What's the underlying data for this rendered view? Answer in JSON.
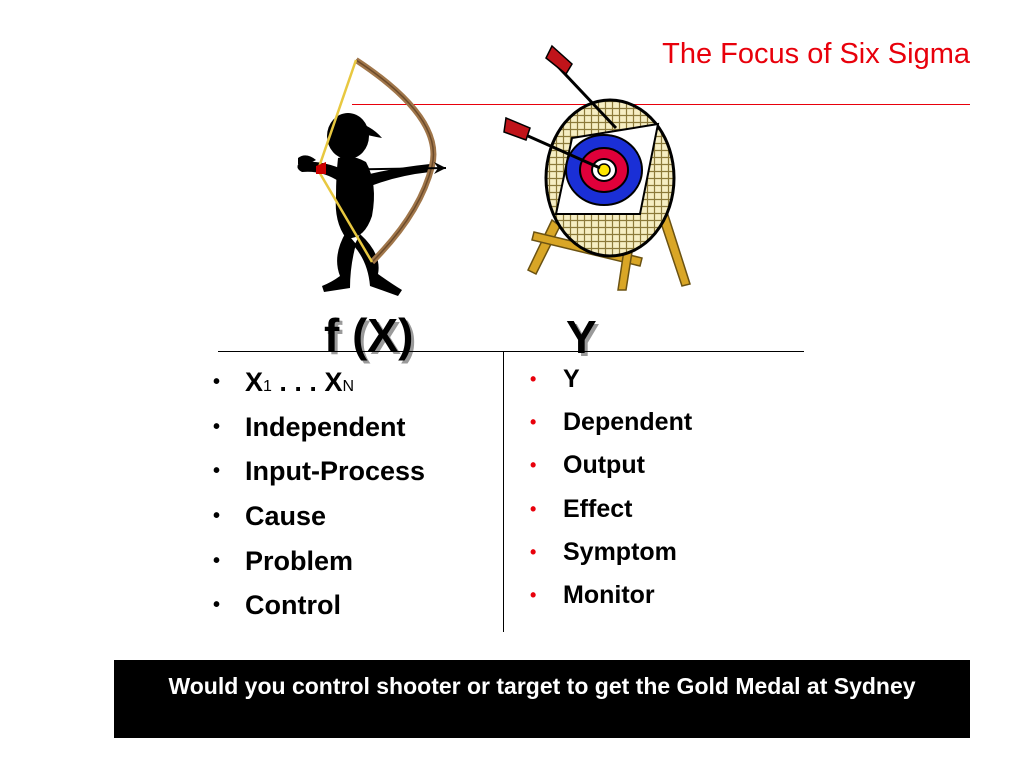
{
  "slide": {
    "title": "The Focus of Six Sigma",
    "headings": {
      "left": "f (X)",
      "right": "Y"
    },
    "left_column": {
      "first_item": {
        "x": "X",
        "x_sub": "1",
        "dots": " . . . ",
        "x2": "X",
        "x2_sub": "N"
      },
      "items": [
        "Independent",
        "Input-Process",
        "Cause",
        "Problem",
        "Control"
      ]
    },
    "right_column": {
      "items": [
        "Y",
        "Dependent",
        "Output",
        "Effect",
        "Symptom",
        "Monitor"
      ]
    },
    "bullet_glyph": "•",
    "banner": "Would you control shooter or target to get the Gold Medal at Sydney"
  },
  "colors": {
    "title": "#e8000b",
    "right_bullets": "#e8000b",
    "banner_bg": "#000000",
    "banner_text": "#ffffff"
  },
  "icons": [
    "archer-icon",
    "bow-icon",
    "target-icon",
    "arrow-icon"
  ]
}
